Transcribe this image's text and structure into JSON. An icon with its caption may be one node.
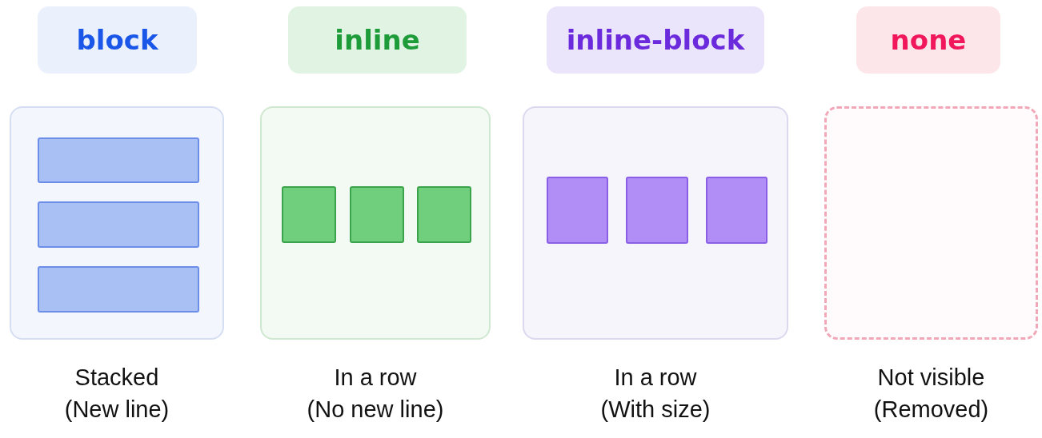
{
  "diagram": {
    "nodes": [
      {
        "text": [
          "block"
        ]
      },
      {
        "text": [],
        "shape": "box",
        "beside": [
          "Stacked (New line)"
        ]
      },
      {
        "text": [],
        "shape": "box",
        "in": 1
      },
      {
        "text": [],
        "shape": "box",
        "in": 1
      },
      {
        "text": [],
        "shape": "box",
        "in": 1
      },
      {
        "text": [
          "inline"
        ]
      },
      {
        "text": [],
        "shape": "box",
        "beside": [
          "In a row (No new line)"
        ]
      },
      {
        "text": [],
        "shape": "box",
        "in": 6
      },
      {
        "text": [],
        "shape": "box",
        "in": 6
      },
      {
        "text": [],
        "shape": "box",
        "in": 6
      },
      {
        "text": [
          "inline-block"
        ]
      },
      {
        "text": [],
        "shape": "box",
        "beside": [
          "In a row (With size)"
        ]
      },
      {
        "text": [],
        "shape": "box",
        "in": 11
      },
      {
        "text": [],
        "shape": "box",
        "in": 11
      },
      {
        "text": [],
        "shape": "box",
        "in": 11
      },
      {
        "text": [
          "none"
        ]
      },
      {
        "text": [],
        "shape": "box",
        "beside": [
          "Not visible (Removed)"
        ]
      }
    ]
  }
}
